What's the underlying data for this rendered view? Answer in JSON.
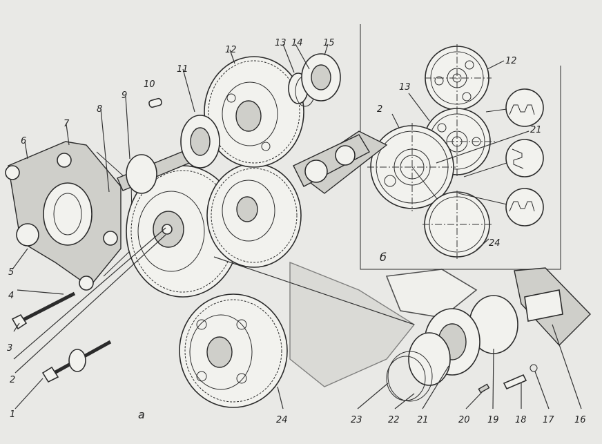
{
  "figure": {
    "sub_a_label": "а",
    "sub_b_label": "б",
    "part_labels": {
      "p1": "1",
      "p2": "2",
      "p3": "3",
      "p4": "4",
      "p5": "5",
      "p6": "6",
      "p7": "7",
      "p8": "8",
      "p9": "9",
      "p10": "10",
      "p11": "11",
      "p12": "12",
      "p13": "13",
      "p14": "14",
      "p15": "15",
      "p16": "16",
      "p17": "17",
      "p18": "18",
      "p19": "19",
      "p20": "20",
      "p21": "21",
      "p22": "22",
      "p23": "23",
      "p24": "24"
    },
    "inset_labels": {
      "i2": "2",
      "i12": "12",
      "i13": "13",
      "i21": "21",
      "i24": "24"
    }
  }
}
